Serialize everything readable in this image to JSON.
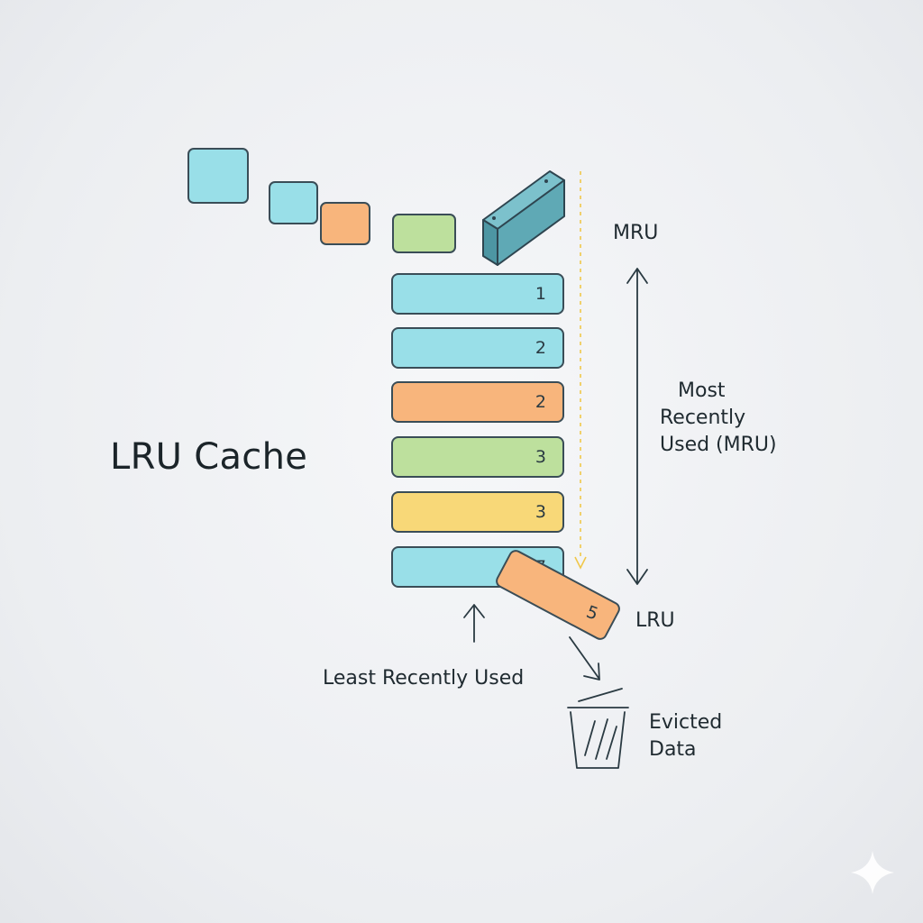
{
  "title": "LRU Cache",
  "labels": {
    "mru": "MRU",
    "lru": "LRU",
    "most_recently_used": [
      "Most",
      "Recently",
      "Used (MRU)"
    ],
    "least_recently_used": "Least Recently Used",
    "evicted_data": [
      "Evicted",
      "Data"
    ]
  },
  "cache_rows": [
    {
      "label": "1",
      "color": "#99dfe8"
    },
    {
      "label": "2",
      "color": "#99dfe8"
    },
    {
      "label": "2",
      "color": "#f8b57c"
    },
    {
      "label": "3",
      "color": "#bde09d"
    },
    {
      "label": "3",
      "color": "#f8d878"
    },
    {
      "label": "7",
      "color": "#99dfe8"
    }
  ],
  "evicted_block": {
    "label": "5",
    "color": "#f8b57c"
  },
  "colors": {
    "blue": "#99dfe8",
    "orange": "#f8b57c",
    "green": "#bde09d",
    "yellow": "#f8d878",
    "teal_box": "#5fa9b5",
    "outline": "#3a4d57",
    "guide_line": "#f0c84a"
  }
}
